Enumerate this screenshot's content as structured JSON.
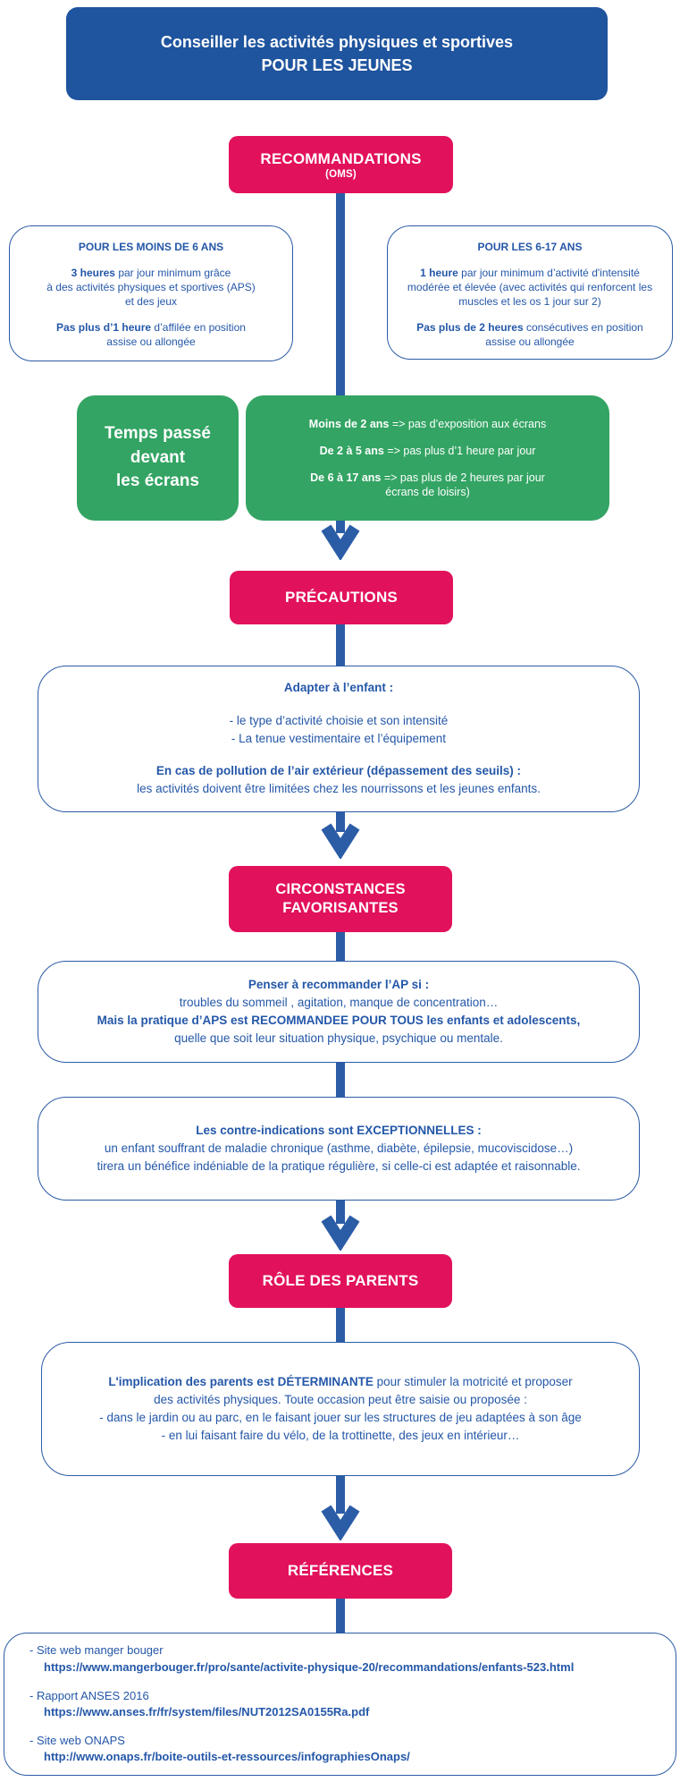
{
  "header": {
    "title_line1": "Conseiller les activités physiques et sportives",
    "title_line2": "POUR LES JEUNES"
  },
  "recommandations": {
    "label": "RECOMMANDATIONS",
    "sublabel": "(OMS)",
    "under6": {
      "title": "POUR LES MOINS DE 6 ANS",
      "p1_bold": "3 heures",
      "p1_text": " par jour minimum grâce\nà des activités physiques et sportives (APS)\net des jeux",
      "p2_bold": "Pas plus d’1 heure",
      "p2_text": " d’affilée en position\nassise ou allongée"
    },
    "age6to17": {
      "title": "POUR LES 6-17 ANS",
      "p1_bold": "1 heure",
      "p1_text": " par jour minimum d’activité d'intensité\nmodérée et élevée (avec activités qui renforcent les\nmuscles et les os 1 jour sur 2)",
      "p2_bold": "Pas plus de 2 heures",
      "p2_text": " consécutives en position\nassise ou allongée"
    }
  },
  "screen_time": {
    "label": "Temps passé\ndevant\nles écrans",
    "rules": [
      {
        "bold": "Moins de 2 ans",
        "text": " => pas d’exposition aux écrans"
      },
      {
        "bold": "De 2 à 5 ans",
        "text": " => pas plus d’1 heure par jour"
      },
      {
        "bold": "De 6 à 17 ans",
        "text": " => pas plus de 2 heures par jour\nécrans de loisirs)"
      }
    ]
  },
  "precautions": {
    "label": "PRÉCAUTIONS",
    "title": "Adapter à l’enfant :",
    "list": "- le type d’activité choisie et son intensité\n- La tenue vestimentaire et l’équipement",
    "pollution_bold": "En cas de pollution de l’air extérieur (dépassement des seuils) :",
    "pollution_text": "les activités doivent être limitées chez les nourrissons et les jeunes enfants."
  },
  "circonstances": {
    "label": "CIRCONSTANCES\nFAVORISANTES",
    "box1": {
      "line1_bold": "Penser à recommander l’AP si :",
      "line2": "troubles du sommeil , agitation, manque de concentration…",
      "line3_bold": "Mais la pratique d’APS est RECOMMANDEE POUR TOUS les enfants et adolescents,",
      "line4": "quelle que soit leur situation physique, psychique ou mentale."
    },
    "box2": {
      "line1_bold": "Les contre-indications sont EXCEPTIONNELLES :",
      "text": "un enfant souffrant de maladie chronique (asthme, diabète, épilepsie, mucoviscidose…)\ntirera un bénéfice indéniable de la pratique régulière, si celle-ci est adaptée et raisonnable."
    }
  },
  "parents": {
    "label": "RÔLE DES PARENTS",
    "intro_bold": "L'implication des parents est DÉTERMINANTE",
    "intro_text": " pour stimuler la motricité et proposer\ndes activités physiques. Toute occasion peut être saisie ou proposée :\n- dans le jardin ou au parc, en le faisant jouer sur les structures de jeu adaptées à son âge\n- en lui faisant faire du vélo, de la trottinette, des jeux en intérieur…"
  },
  "references": {
    "label": "RÉFÉRENCES",
    "items": [
      {
        "label": "- Site web manger bouger",
        "url": "https://www.mangerbouger.fr/pro/sante/activite-physique-20/recommandations/enfants-523.html"
      },
      {
        "label": "- Rapport ANSES 2016",
        "url": "https://www.anses.fr/fr/system/files/NUT2012SA0155Ra.pdf"
      },
      {
        "label": "- Site web ONAPS",
        "url": "http://www.onaps.fr/boite-outils-et-ressources/infographiesOnaps/"
      }
    ]
  },
  "colors": {
    "header_blue": "#1F549E",
    "connector_blue": "#2B5CA6",
    "pink": "#E2115C",
    "green": "#33A463",
    "text_blue": "#2457A8"
  }
}
